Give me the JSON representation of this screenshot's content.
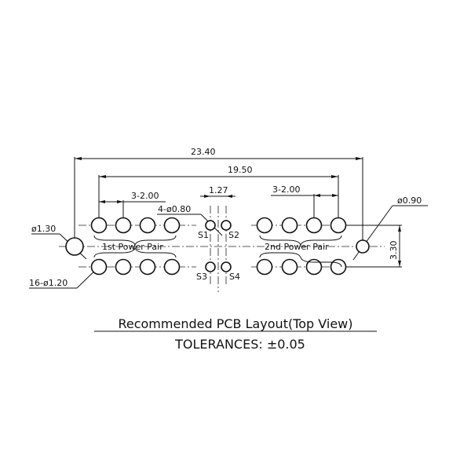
{
  "dimensions": {
    "overall": "23.40",
    "pitch_outer": "19.50",
    "pitch_left": "3-2.00",
    "pitch_right": "3-2.00",
    "signal_pitch": "1.27",
    "row_spacing": "3.30",
    "signal_holes": "4-ø0.80",
    "left_mount": "ø1.30",
    "right_mount": "ø0.90",
    "power_holes": "16-ø1.20"
  },
  "labels": {
    "pair1": "1st Power Pair",
    "pair2": "2nd Power Pair",
    "s1": "S1",
    "s2": "S2",
    "s3": "S3",
    "s4": "S4"
  },
  "caption": {
    "title": "Recommended PCB Layout(Top View)",
    "tolerances": "TOLERANCES: ±0.05"
  }
}
